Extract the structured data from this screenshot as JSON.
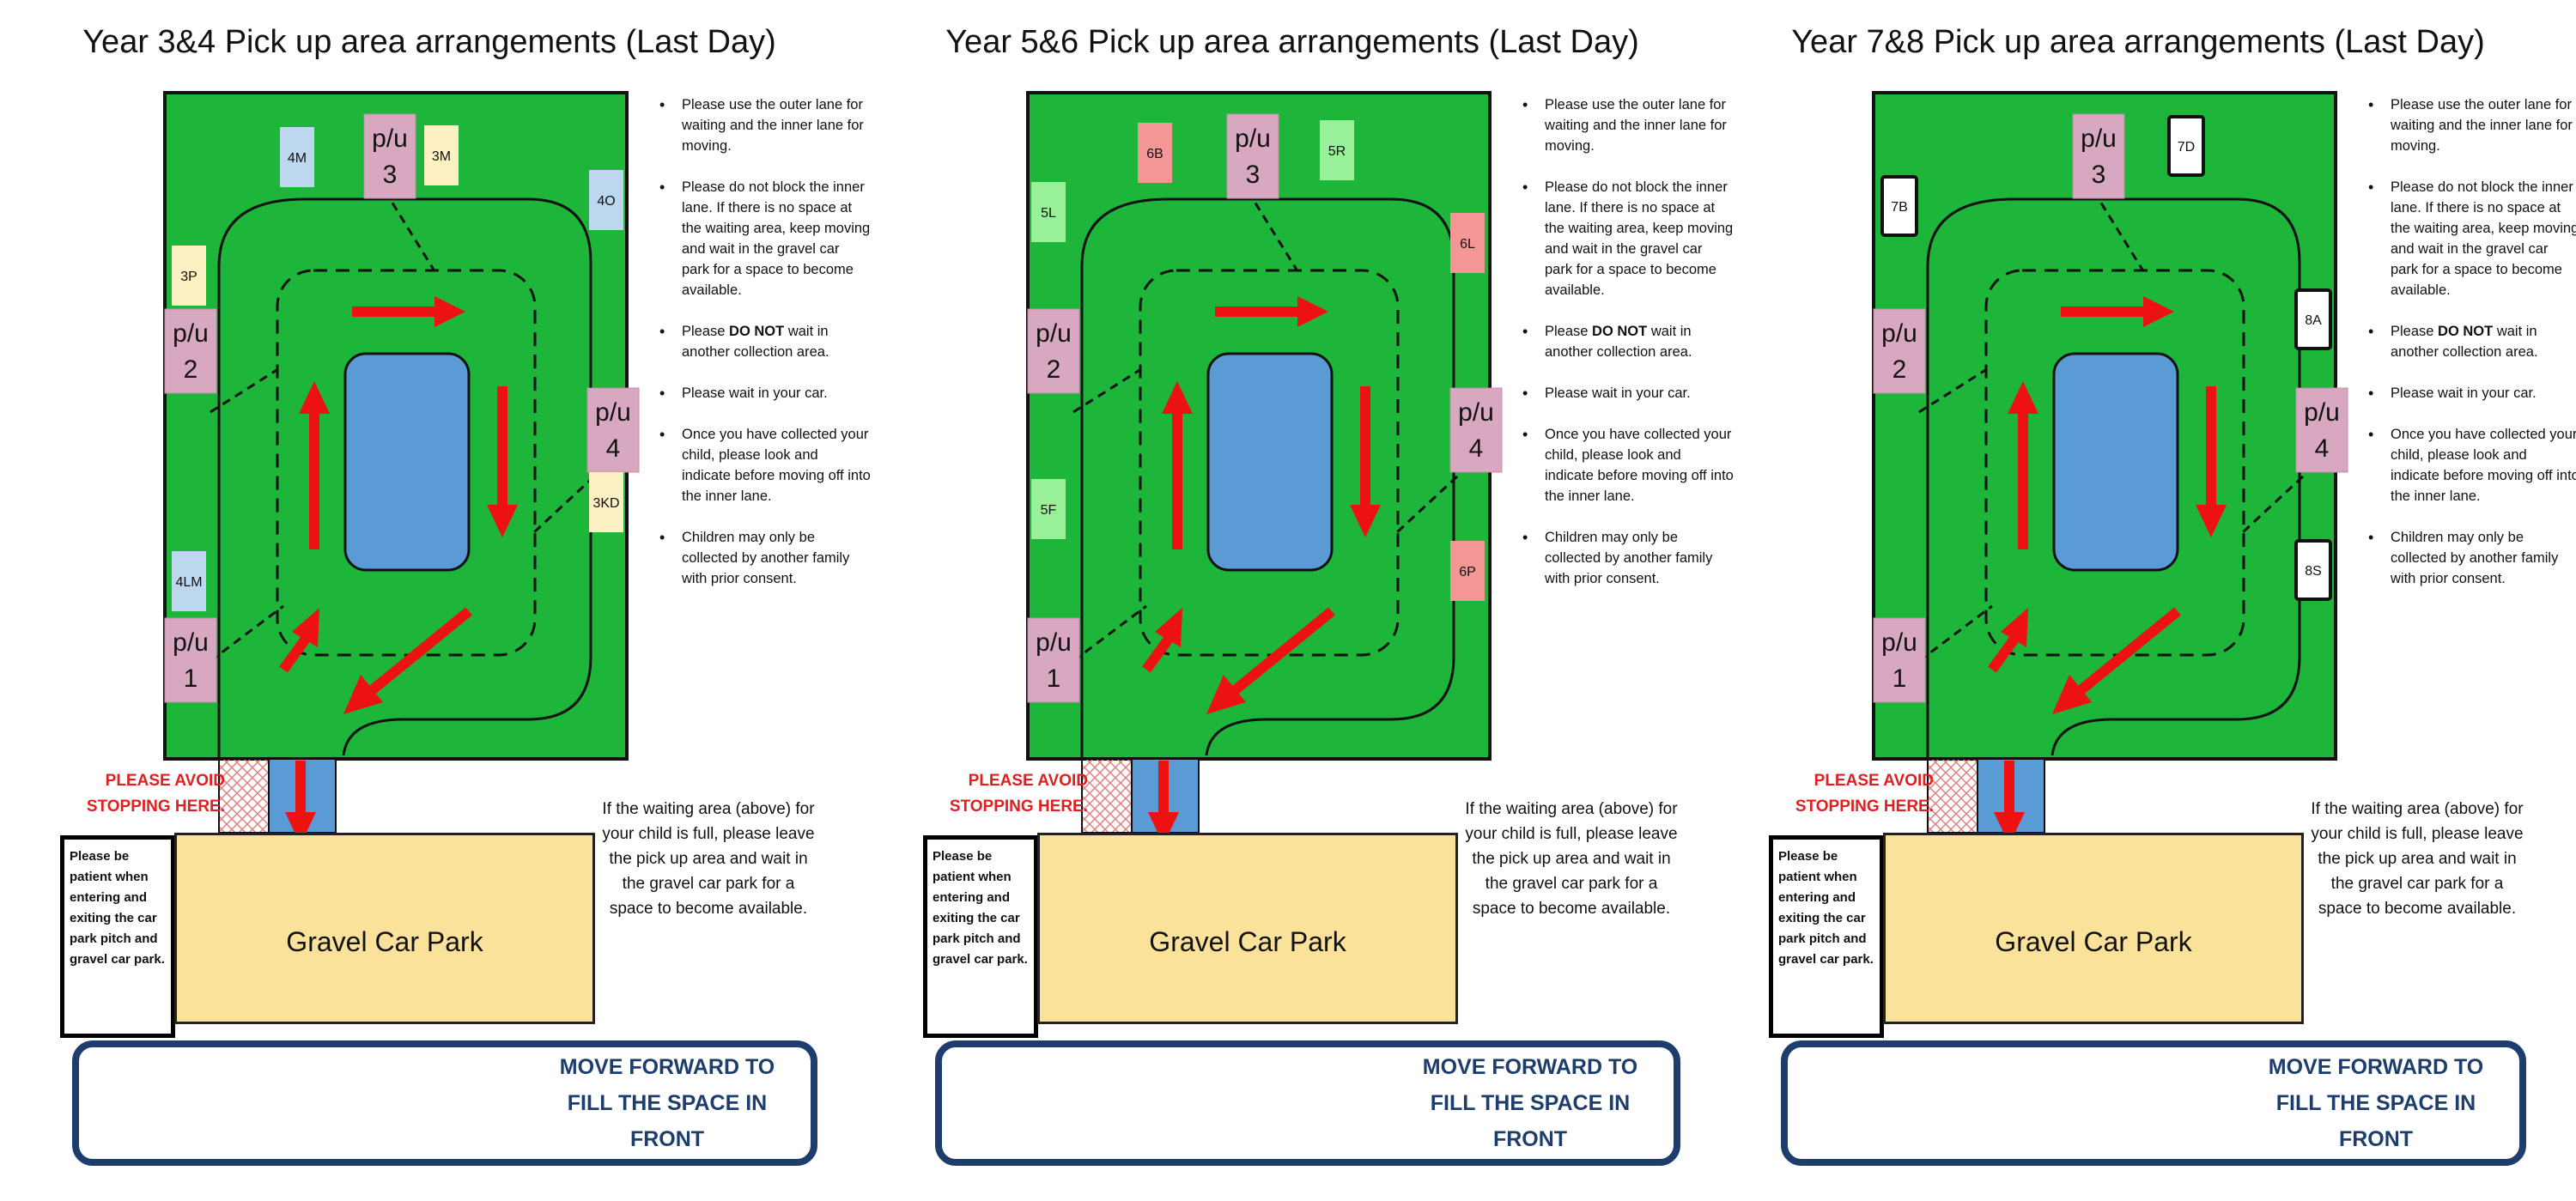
{
  "instructions": [
    "Please use the outer lane for waiting and the inner lane for moving.",
    "Please do not block the inner lane. If there is no space at the waiting area, keep moving and wait in the gravel car park for a space to become available.",
    "wait in another collection area.",
    "Please wait in your car.",
    "Once you have collected your child, please look and indicate before moving off into the inner lane.",
    "Children may only be collected by another family with prior consent."
  ],
  "instruction_please": "Please",
  "instruction_do_not": "DO NOT",
  "avoid_line1": "PLEASE AVOID",
  "avoid_line2": "STOPPING HERE.",
  "patient_text": "Please be patient when entering and exiting the car park pitch and gravel car park.",
  "waiting_text": "If the waiting area (above) for your child is full, please leave the pick up area and wait in the gravel car park for a space to become available.",
  "gravel_label": "Gravel Car Park",
  "banner": {
    "line1": "MOVE FORWARD TO",
    "line2": "FILL THE SPACE IN",
    "line3": "FRONT"
  },
  "pickup_points": [
    {
      "line1": "p/u",
      "line2": "1"
    },
    {
      "line1": "p/u",
      "line2": "2"
    },
    {
      "line1": "p/u",
      "line2": "3"
    },
    {
      "line1": "p/u",
      "line2": "4"
    }
  ],
  "colors": {
    "grass": "#1db53a",
    "pond": "#5b9bd5",
    "pickup": "#d8a8c0",
    "arrow": "#ee1111",
    "gravel": "#fbe29a",
    "banner": "#1d3e6c"
  },
  "panels": [
    {
      "title": "Year 3&4 Pick up area arrangements (Last Day)",
      "zones": [
        {
          "label": "4M",
          "color": "#bcd7ee"
        },
        {
          "label": "3M",
          "color": "#fdf0c2"
        },
        {
          "label": "4O",
          "color": "#bcd7ee"
        },
        {
          "label": "3P",
          "color": "#fdf0c2"
        },
        {
          "label": "3KD",
          "color": "#fdf0c2"
        },
        {
          "label": "4LM",
          "color": "#bcd7ee"
        }
      ]
    },
    {
      "title": "Year 5&6 Pick up area arrangements (Last Day)",
      "zones": [
        {
          "label": "6B",
          "color": "#f49696"
        },
        {
          "label": "5R",
          "color": "#98f098"
        },
        {
          "label": "5L",
          "color": "#98f098"
        },
        {
          "label": "6L",
          "color": "#f49696"
        },
        {
          "label": "5F",
          "color": "#98f098"
        },
        {
          "label": "6P",
          "color": "#f49696"
        }
      ]
    },
    {
      "title": "Year 7&8 Pick up area arrangements (Last Day)",
      "zones": [
        {
          "label": "7D",
          "color": "#ffffff"
        },
        {
          "label": "7B",
          "color": "#ffffff"
        },
        {
          "label": "8A",
          "color": "#ffffff"
        },
        {
          "label": "8S",
          "color": "#ffffff"
        }
      ]
    }
  ]
}
